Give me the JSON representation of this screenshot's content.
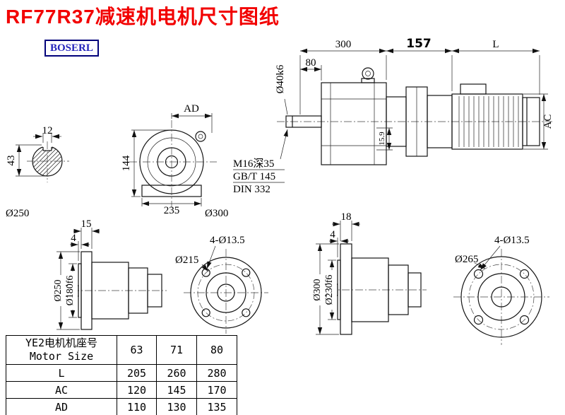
{
  "title": "RF77R37减速机电机尺寸图纸",
  "logo": "BOSERL",
  "assembly_view": {
    "dim_length_input": "300",
    "dim_length_mid": "157",
    "dim_length_motor": "L",
    "dim_shaft_len": "80",
    "dim_shaft_dia": "Ø40k6",
    "dim_motor_dia": "AC",
    "dim_key_height": "15.9",
    "thread_note": "M16深35",
    "thread_std1": "GB/T 145",
    "thread_std2": "DIN 332"
  },
  "shaft_section_view": {
    "dim_key_width": "12",
    "dim_height": "43",
    "label_dia": "Ø250"
  },
  "gearbox_front_view": {
    "dim_ad": "AD",
    "dim_height": "144",
    "dim_width": "235",
    "label_dia": "Ø300"
  },
  "small_flange_view": {
    "dim_flange_thk": "15",
    "dim_spigot_thk": "4",
    "dim_od": "Ø250",
    "dim_spigot": "Ø180f6",
    "dim_bolt_circle": "Ø215",
    "dim_holes": "4-Ø13.5"
  },
  "large_flange_view": {
    "dim_flange_thk": "18",
    "dim_spigot_thk": "4",
    "dim_od": "Ø300",
    "dim_spigot": "Ø230f6",
    "dim_bolt_circle": "Ø265",
    "dim_holes": "4-Ø13.5"
  },
  "size_table": {
    "header_cn": "YE2电机机座号",
    "header_en": "Motor Size",
    "sizes": [
      "63",
      "71",
      "80"
    ],
    "rows": [
      {
        "label": "L",
        "values": [
          "205",
          "260",
          "280"
        ]
      },
      {
        "label": "AC",
        "values": [
          "120",
          "145",
          "170"
        ]
      },
      {
        "label": "AD",
        "values": [
          "110",
          "130",
          "135"
        ]
      }
    ]
  }
}
